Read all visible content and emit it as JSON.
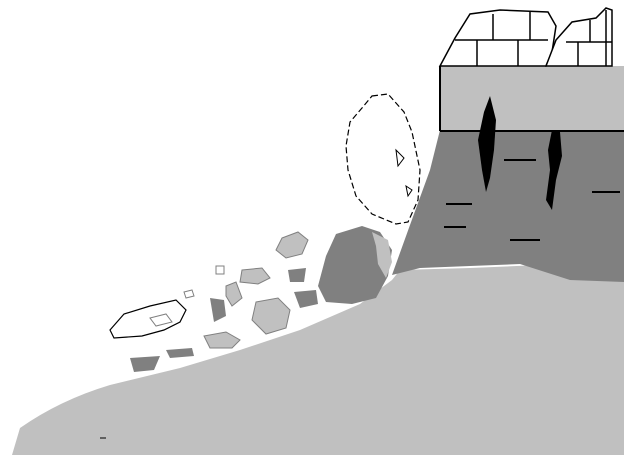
{
  "figure": {
    "description_free": true
  },
  "colors": {
    "background": "#ffffff",
    "slope_ground": "#c0c0c0",
    "cliff_face": "#808080",
    "cap_layer": "#c0c0c0",
    "block_outline": "#000000",
    "block_fill": "#ffffff",
    "fracture": "#000000",
    "debris_dark": "#808080",
    "debris_light": "#c0c0c0"
  },
  "elements": {
    "ground_slope": "slope",
    "cliff_face": "cliff",
    "cap_layer": "cap",
    "cap_blocks": "blocks",
    "falling_block": "falling-block",
    "fractures": "fractures",
    "talus_debris": "debris",
    "slumped_mass": "slump"
  }
}
